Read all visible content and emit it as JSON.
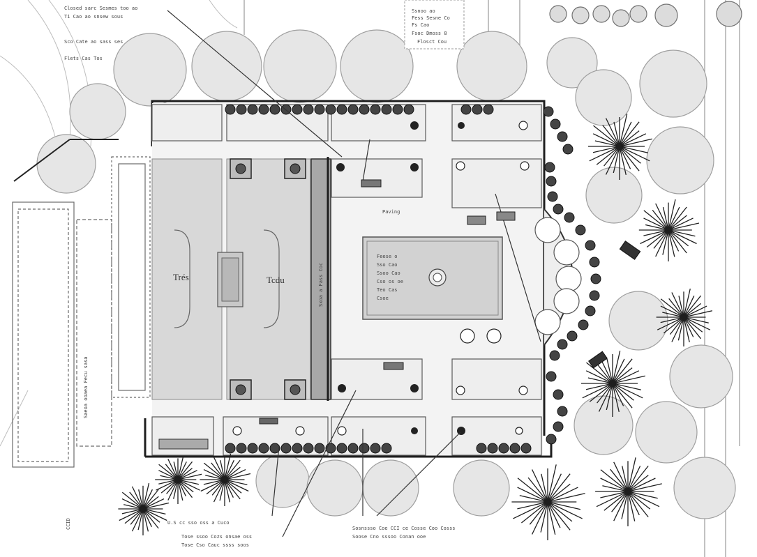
{
  "colors": {
    "paper": "#ffffff",
    "ink": "#1e1e1e",
    "paving": "#e2e2e2",
    "lawn": "#d6d6d6",
    "pool": "#cfcfcf",
    "canopy": "#e4e4e4",
    "hedge": "#3a3a3a"
  },
  "labels": {
    "left_panel": "Trés",
    "right_panel": "Tcdu",
    "terrace": "Paving",
    "corner": "CCID"
  },
  "notes": {
    "top_left_1": "Closed sarc Sesmes too ao",
    "top_left_2": "Ti Cao ao snsew sous",
    "top_left_3": "Sco Cate ao sass ses",
    "top_left_4": "Flets Cas Tos",
    "top_center_1": "Ssnoo ao",
    "top_center_2": "Fess Sesne Co",
    "top_center_3": "Fs Cao",
    "top_center_4": "Fsoc Dmoss 8",
    "top_center_5": "Flosct Cou",
    "bottom_left_1": "U.S cc sso oss a Cuco",
    "bottom_left_2": "Tose ssoo Cozs onsae oss",
    "bottom_left_3": "Tose Cso Cauc ssss soos",
    "bottom_right_1": "Sosnssso Coe CCI ce Cosse Coo Cosss",
    "bottom_right_2": "Soose Cno sssoo Conan ooe",
    "vertical_left": "Saeoa ooaea Fecu sasa",
    "vertical_center": "Sxoa a Fass Coc"
  }
}
